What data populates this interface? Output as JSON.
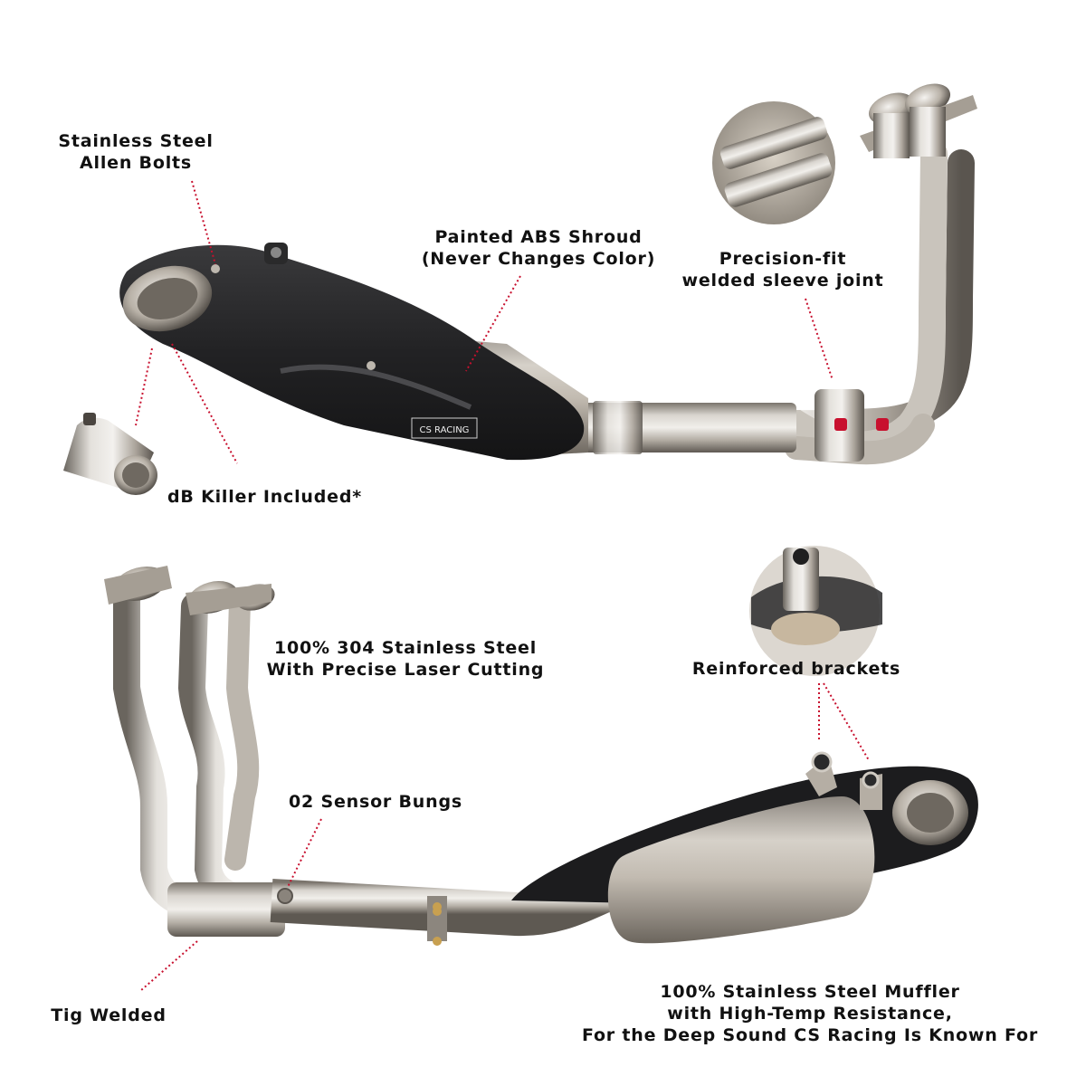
{
  "colors": {
    "background": "#ffffff",
    "label_text": "#111111",
    "leader_line": "#c8102e",
    "steel_light": "#e9e6e1",
    "steel_mid": "#b9b3aa",
    "steel_dark": "#6f6a63",
    "shroud": "#1d1d1f"
  },
  "icons": [
    "stainless-allen-bolt",
    "db-killer-insert",
    "welded-sleeve-joint-closeup",
    "reinforced-bracket-closeup"
  ],
  "upper_product": {
    "brand_badge": "CS RACING",
    "callouts": {
      "allen_bolts": [
        "Stainless Steel",
        "Allen Bolts"
      ],
      "abs_shroud": [
        "Painted ABS Shroud",
        "(Never Changes Color)"
      ],
      "sleeve_joint": [
        "Precision-fit",
        "welded sleeve joint"
      ],
      "db_killer": [
        "dB Killer Included*"
      ]
    }
  },
  "lower_product": {
    "callouts": {
      "laser_cutting": [
        "100% 304 Stainless Steel",
        "With Precise Laser Cutting"
      ],
      "brackets": [
        "Reinforced brackets"
      ],
      "sensor_bungs": [
        "02 Sensor Bungs"
      ],
      "tig_welded": [
        "Tig Welded"
      ],
      "muffler": [
        "100% Stainless Steel Muffler",
        "with High-Temp Resistance,",
        "For the Deep Sound CS Racing Is Known For"
      ]
    }
  }
}
